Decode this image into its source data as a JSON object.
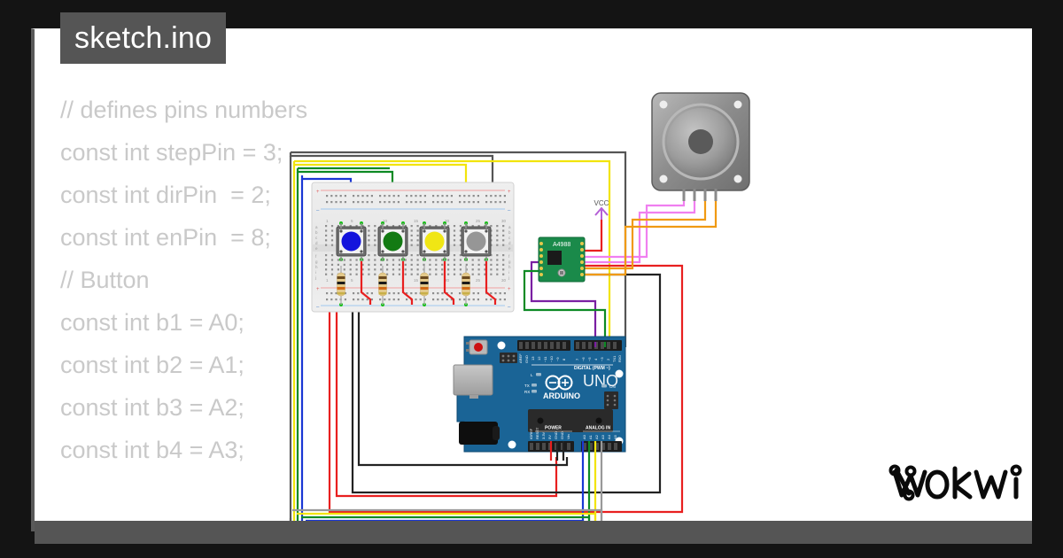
{
  "window": {
    "frame_color": "#141414",
    "page_bg": "#ffffff",
    "statusbar_color": "#555555"
  },
  "tab": {
    "label": "sketch.ino"
  },
  "editor": {
    "lines": [
      "// defines pins numbers",
      "const int stepPin = 3;",
      "const int dirPin  = 2;",
      "const int enPin  = 8;",
      "// Button",
      "const int b1 = A0;",
      "const int b2 = A1;",
      "const int b3 = A2;",
      "const int b4 = A3;",
      "",
      ""
    ],
    "text_color": "#c9c9c9"
  },
  "brand": {
    "name": "wokwi"
  },
  "diagram": {
    "arduino": {
      "name": "ARDUINO",
      "model": "UNO",
      "board_color": "#1a6496",
      "digital_header_label": "DIGITAL (PWM ~)",
      "digital_pins": [
        "AREF",
        "GND",
        "13",
        "12",
        "~11",
        "~10",
        "~9",
        "8",
        "7",
        "~6",
        "~5",
        "4",
        "~3",
        "2",
        "TX→1",
        "RX←0"
      ],
      "power_header_label": "POWER",
      "power_pins": [
        "IOREF",
        "RESET",
        "3.3V",
        "5V",
        "GND",
        "GND",
        "Vin"
      ],
      "analog_header_label": "ANALOG IN",
      "analog_pins": [
        "A0",
        "A1",
        "A2",
        "A3",
        "A4",
        "A5"
      ],
      "led_labels": [
        "L",
        "TX",
        "RX",
        "ON"
      ]
    },
    "driver": {
      "name": "A4988",
      "board_color": "#1a8a4a"
    },
    "motor": {
      "name": "stepper-motor",
      "body_color": "#9a9a9a"
    },
    "breadboard": {
      "name": "breadboard",
      "column_labels": [
        "1",
        "5",
        "10",
        "15",
        "20",
        "25",
        "30"
      ],
      "row_labels_top": [
        "a",
        "b",
        "c",
        "d",
        "e"
      ],
      "row_labels_bottom": [
        "f",
        "g",
        "h",
        "i",
        "j"
      ]
    },
    "buttons": [
      {
        "name": "pushbutton-blue",
        "color": "#1414dc"
      },
      {
        "name": "pushbutton-green",
        "color": "#137a13"
      },
      {
        "name": "pushbutton-yellow",
        "color": "#f0e614"
      },
      {
        "name": "pushbutton-gray",
        "color": "#969696"
      }
    ],
    "resistors": [
      {
        "name": "resistor-1"
      },
      {
        "name": "resistor-2"
      },
      {
        "name": "resistor-3"
      },
      {
        "name": "resistor-4"
      }
    ],
    "power_label": "VCC",
    "wire_colors": {
      "gray": "#555555",
      "yellow": "#f2e40c",
      "green": "#0d8a24",
      "blue": "#1a37d4",
      "red": "#e81f1f",
      "black": "#222222",
      "orange": "#f09a13",
      "pink": "#f07ff0",
      "purple": "#7a1fa2",
      "violet": "#b45fd6"
    }
  }
}
